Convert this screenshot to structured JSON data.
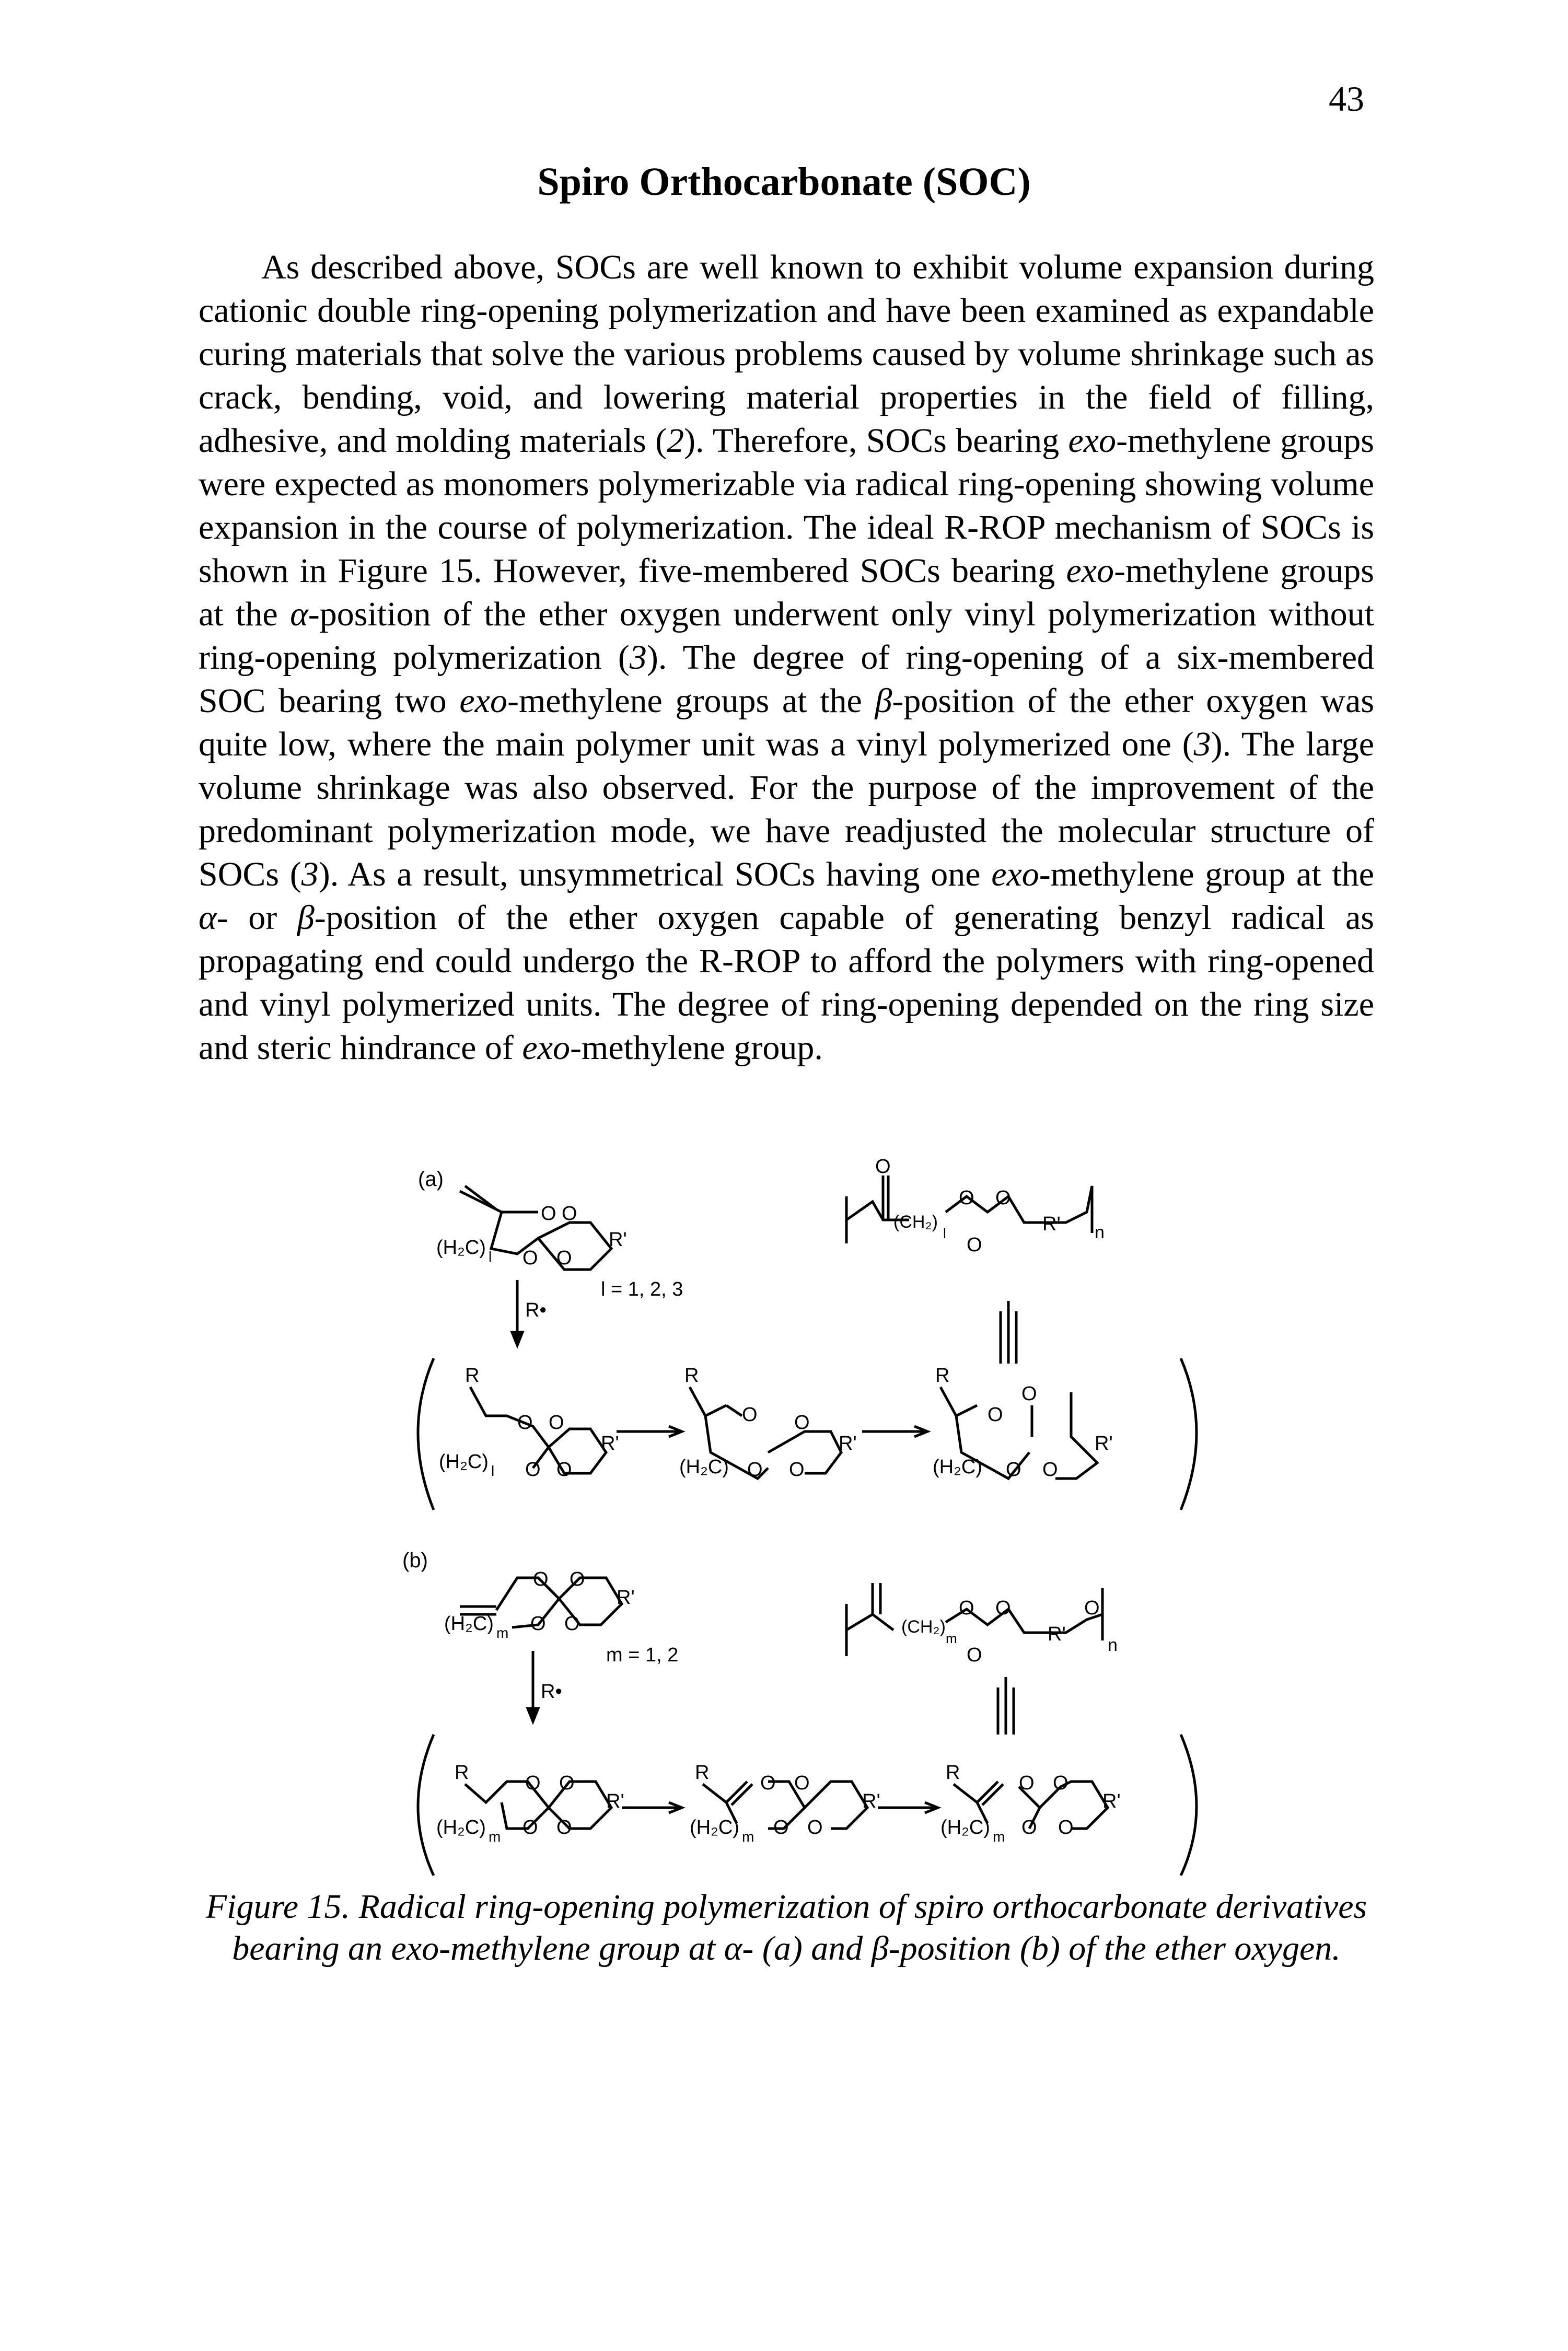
{
  "page_number": "43",
  "title": "Spiro Orthocarbonate (SOC)",
  "paragraph": {
    "p1": "As described above, SOCs are well known to exhibit volume expansion during cationic double ring-opening polymerization and have been examined as expandable curing materials that solve the various problems caused by volume shrinkage such as crack, bending, void, and lowering material properties in the field of filling, adhesive, and molding materials (",
    "ref1": "2",
    "p2": "). Therefore, SOCs bearing ",
    "exo1": "exo",
    "p3": "-methylene groups were expected as monomers polymerizable via radical ring-opening showing volume expansion in the course of polymerization. The ideal R-ROP mechanism of SOCs is shown in Figure 15. However, five-membered SOCs bearing ",
    "exo2": "exo",
    "p4": "-methylene groups at the ",
    "alpha1": "α",
    "p5": "-position of the ether oxygen underwent only vinyl polymerization without ring-opening polymerization (",
    "ref2": "3",
    "p6": "). The degree of ring-opening of a six-membered SOC bearing two ",
    "exo3": "exo",
    "p7": "-methylene groups at the ",
    "beta1": "β",
    "p8": "-position of the ether oxygen was quite low, where the main polymer unit was a vinyl polymerized one (",
    "ref3": "3",
    "p9": "). The large volume shrinkage was also observed. For the purpose of the improvement of the predominant polymerization mode, we have readjusted the molecular structure of SOCs (",
    "ref4": "3",
    "p10": "). As a result, unsymmetrical SOCs having one ",
    "exo4": "exo",
    "p11": "-methylene group at the ",
    "alpha2": "α",
    "p12": "- or ",
    "beta2": "β",
    "p13": "-position of the ether oxygen capable of generating benzyl radical as propagating end could undergo the R-ROP to afford the polymers with ring-opened and vinyl polymerized units. The degree of ring-opening depended on the ring size and steric hindrance of ",
    "exo5": "exo",
    "p14": "-methylene group."
  },
  "figure": {
    "label_a": "(a)",
    "label_b": "(b)",
    "O": "O",
    "Rp": "R'",
    "R": "R",
    "Rdot": "R•",
    "H2C": "(H₂C)",
    "sub_l": "l",
    "sub_m": "m",
    "sub_n": "n",
    "CH2": "(CH₂)",
    "l_values": "l = 1, 2, 3",
    "m_values": "m = 1, 2"
  },
  "caption": {
    "c1": "Figure 15. Radical ring-opening polymerization of spiro orthocarbonate derivatives bearing an exo-methylene group at ",
    "alpha": "α",
    "c2": "- (a) and ",
    "beta": "β",
    "c3": "-position (b) of the ether oxygen."
  }
}
